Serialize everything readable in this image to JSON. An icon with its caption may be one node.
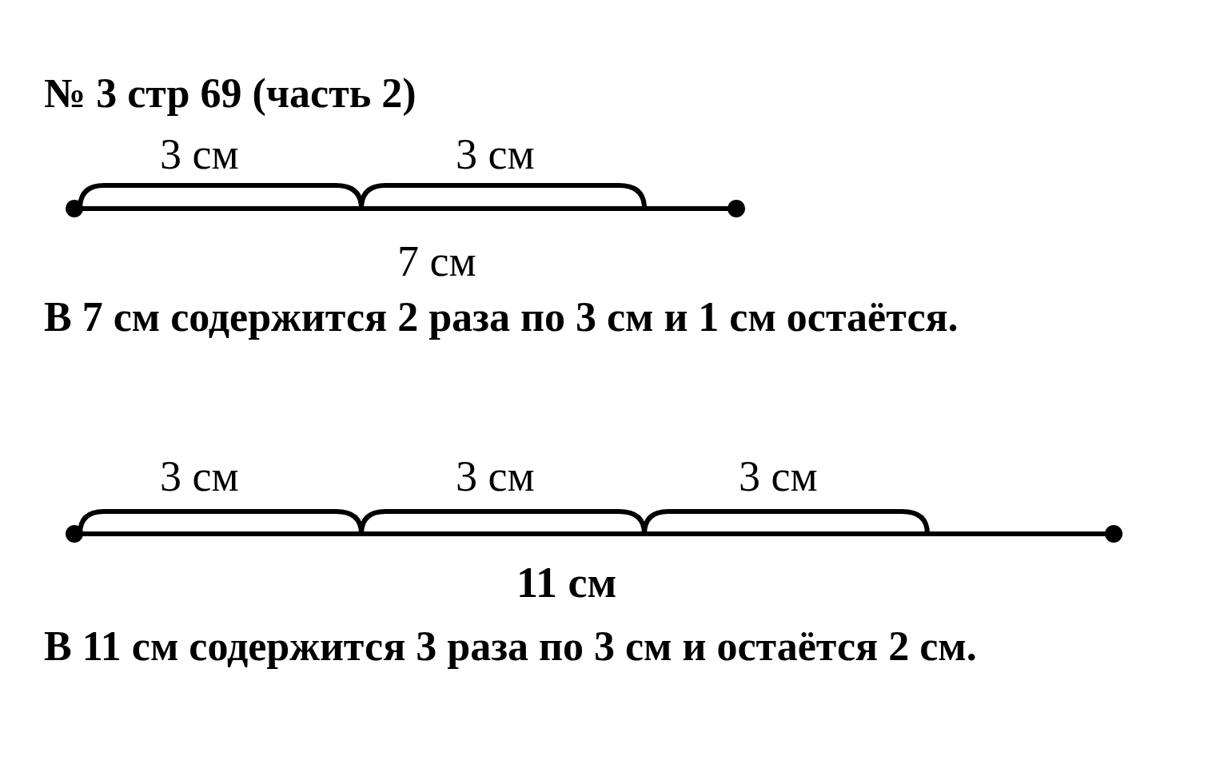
{
  "diagram": {
    "title": "№ 3 стр 69 (часть 2)",
    "labels": [
      "3 см",
      "3 см",
      "7 см",
      "В 7 см содержится 2 раза по 3 см и 1 см остаётся.",
      "3 см",
      "3 см",
      "3 см",
      "11 см",
      "В 11 см содержится 3 раза по 3 см и остаётся 2 см."
    ]
  }
}
